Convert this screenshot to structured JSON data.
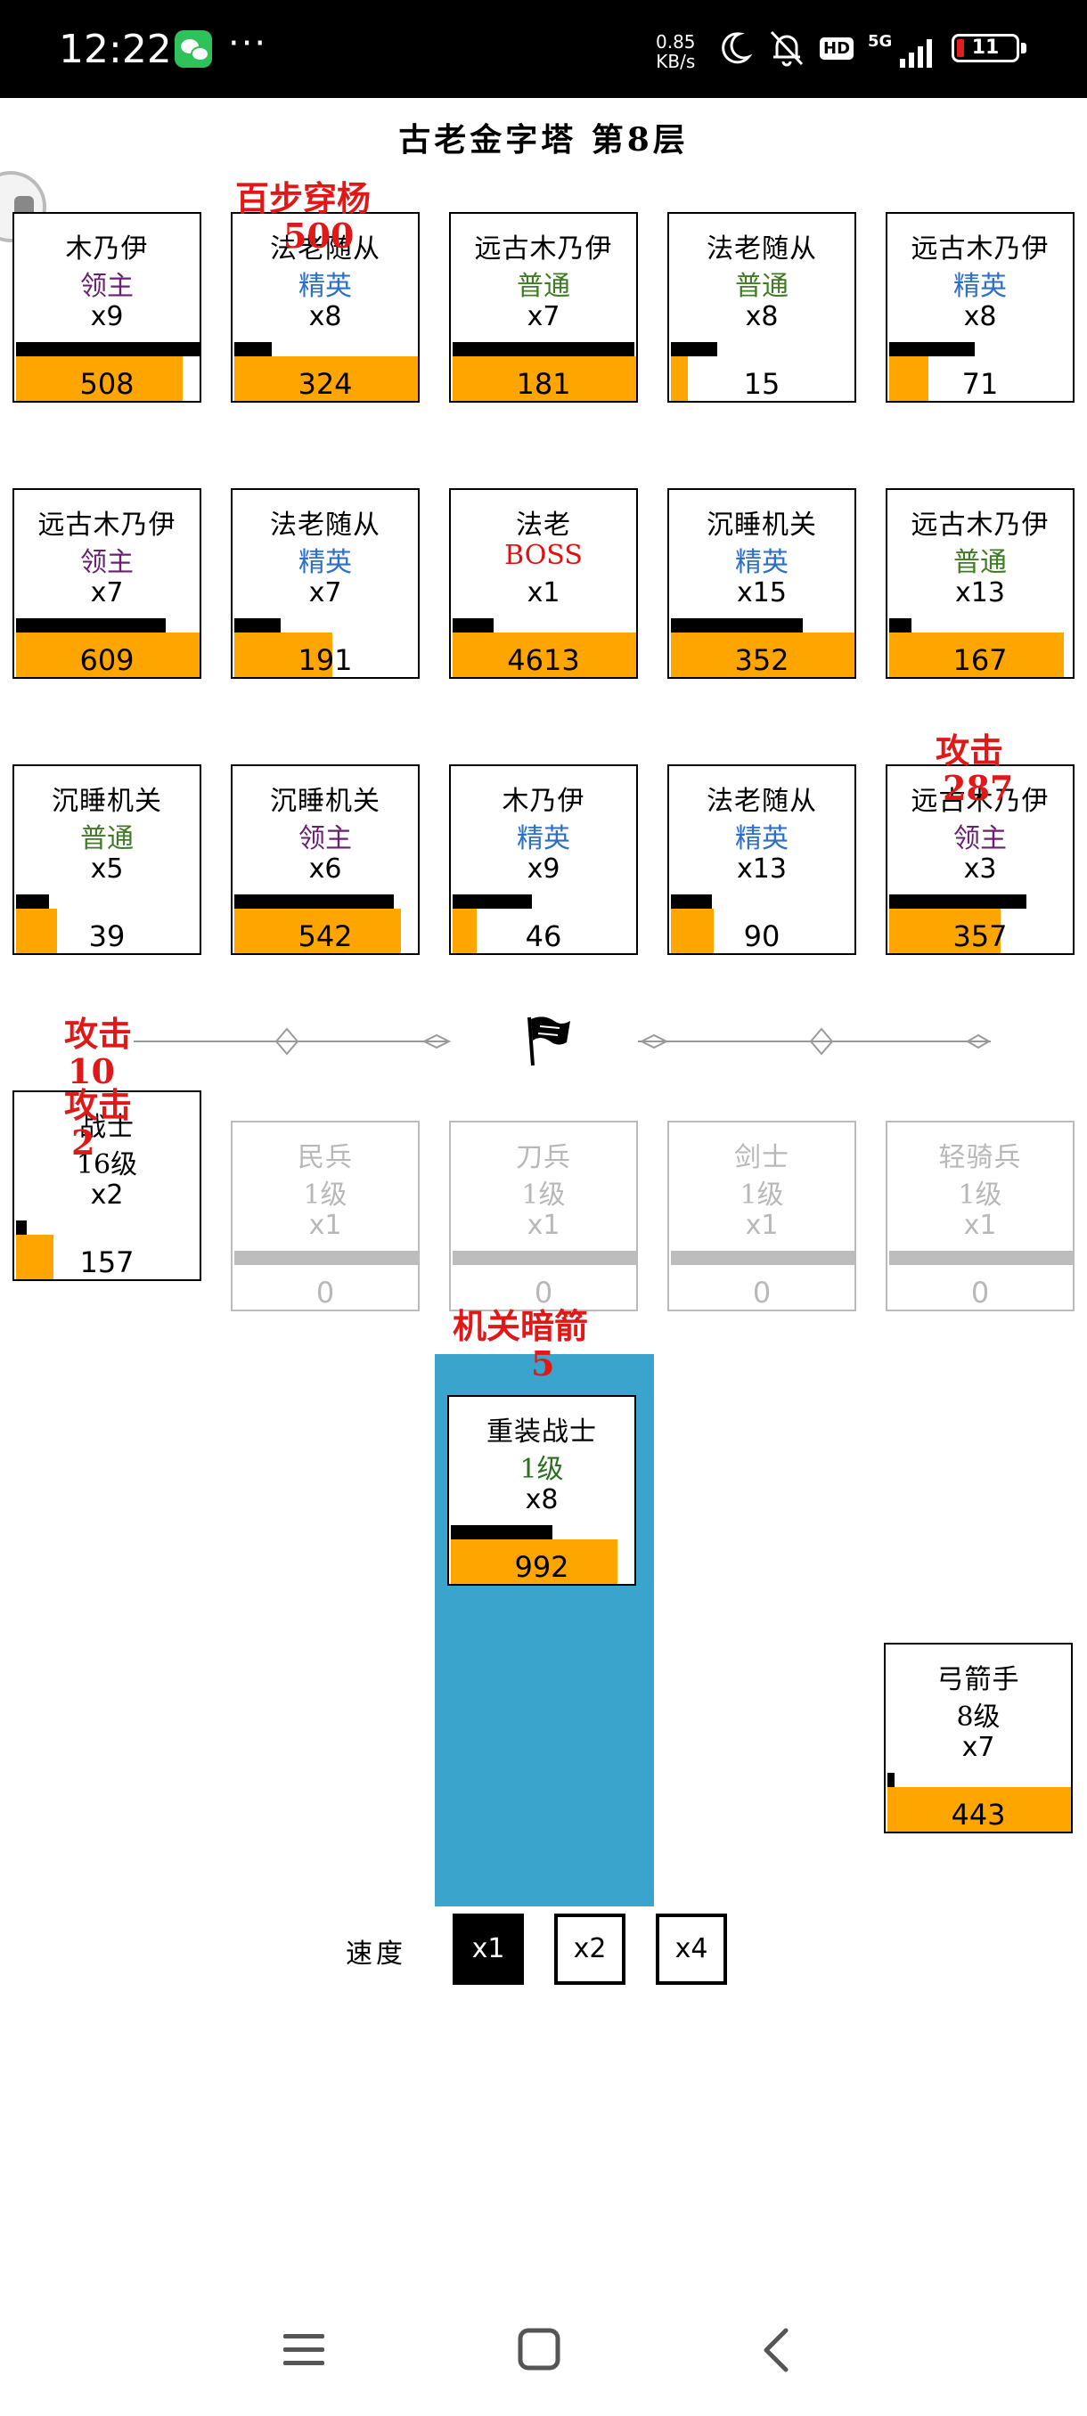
{
  "status_bar": {
    "time": "12:22",
    "more": "···",
    "net_speed_value": "0.85",
    "net_speed_unit": "KB/s",
    "hd": "HD",
    "network": "5G",
    "battery": "11"
  },
  "game": {
    "title": "古老金字塔 第8层",
    "enemies": [
      {
        "name": "木乃伊",
        "rank": "领主",
        "rank_type": "lord",
        "count": "x9",
        "value": "508",
        "hp": 1.0,
        "progress": 0.9
      },
      {
        "name": "法老随从",
        "rank": "精英",
        "rank_type": "elite",
        "count": "x8",
        "value": "324",
        "hp": 0.2,
        "progress": 1.0
      },
      {
        "name": "远古木乃伊",
        "rank": "普通",
        "rank_type": "normal",
        "count": "x7",
        "value": "181",
        "hp": 0.98,
        "progress": 1.0
      },
      {
        "name": "法老随从",
        "rank": "普通",
        "rank_type": "normal",
        "count": "x8",
        "value": "15",
        "hp": 0.25,
        "progress": 0.09
      },
      {
        "name": "远古木乃伊",
        "rank": "精英",
        "rank_type": "elite",
        "count": "x8",
        "value": "71",
        "hp": 0.46,
        "progress": 0.21
      },
      {
        "name": "远古木乃伊",
        "rank": "领主",
        "rank_type": "lord",
        "count": "x7",
        "value": "609",
        "hp": 0.81,
        "progress": 1.0
      },
      {
        "name": "法老随从",
        "rank": "精英",
        "rank_type": "elite",
        "count": "x7",
        "value": "191",
        "hp": 0.25,
        "progress": 0.53
      },
      {
        "name": "法老",
        "rank": "BOSS",
        "rank_type": "boss",
        "count": "x1",
        "value": "4613",
        "hp": 0.22,
        "progress": 1.0
      },
      {
        "name": "沉睡机关",
        "rank": "精英",
        "rank_type": "elite",
        "count": "x15",
        "value": "352",
        "hp": 0.71,
        "progress": 1.0
      },
      {
        "name": "远古木乃伊",
        "rank": "普通",
        "rank_type": "normal",
        "count": "x13",
        "value": "167",
        "hp": 0.12,
        "progress": 0.94
      },
      {
        "name": "沉睡机关",
        "rank": "普通",
        "rank_type": "normal",
        "count": "x5",
        "value": "39",
        "hp": 0.18,
        "progress": 0.22
      },
      {
        "name": "沉睡机关",
        "rank": "领主",
        "rank_type": "lord",
        "count": "x6",
        "value": "542",
        "hp": 0.86,
        "progress": 0.9
      },
      {
        "name": "木乃伊",
        "rank": "精英",
        "rank_type": "elite",
        "count": "x9",
        "value": "46",
        "hp": 0.43,
        "progress": 0.13
      },
      {
        "name": "法老随从",
        "rank": "精英",
        "rank_type": "elite",
        "count": "x13",
        "value": "90",
        "hp": 0.22,
        "progress": 0.23
      },
      {
        "name": "远古木乃伊",
        "rank": "领主",
        "rank_type": "lord",
        "count": "x3",
        "value": "357",
        "hp": 0.74,
        "progress": 0.6
      }
    ],
    "allies_row": [
      {
        "name": "战士",
        "level": "16级",
        "count": "x2",
        "value": "157",
        "hp": 0.06,
        "progress": 0.2,
        "disabled": false
      },
      {
        "name": "民兵",
        "level": "1级",
        "count": "x1",
        "value": "0",
        "hp": 1.0,
        "progress": 0,
        "disabled": true
      },
      {
        "name": "刀兵",
        "level": "1级",
        "count": "x1",
        "value": "0",
        "hp": 1.0,
        "progress": 0,
        "disabled": true
      },
      {
        "name": "剑士",
        "level": "1级",
        "count": "x1",
        "value": "0",
        "hp": 1.0,
        "progress": 0,
        "disabled": true
      },
      {
        "name": "轻骑兵",
        "level": "1级",
        "count": "x1",
        "value": "0",
        "hp": 1.0,
        "progress": 0,
        "disabled": true
      }
    ],
    "heavy_warrior": {
      "name": "重装战士",
      "level": "1级",
      "count": "x8",
      "value": "992",
      "hp": 0.55,
      "progress": 0.9
    },
    "archer": {
      "name": "弓箭手",
      "level": "8级",
      "count": "x7",
      "value": "443",
      "hp": 0.04,
      "progress": 1.0
    },
    "floating_texts": {
      "pierce_name": "百步穿杨",
      "pierce_value": "500",
      "attack_right_label": "攻击",
      "attack_right_value": "287",
      "trap_name": "机关暗箭",
      "trap_value": "5",
      "left_label_a": "攻击",
      "left_value_a": "10",
      "left_label_b": "攻击",
      "left_value_b": "2"
    },
    "speed": {
      "label": "速度",
      "options": [
        "x1",
        "x2",
        "x4"
      ],
      "selected": "x1"
    }
  },
  "colors": {
    "progress": "#ffa500",
    "boss": "#e01010",
    "lord": "#6a1f73",
    "elite": "#2c6fc8",
    "normal": "#3f7a25",
    "float_text": "#e01818",
    "column": "#3aa4cc"
  },
  "nav_bar": {
    "menu": "menu-icon",
    "home": "home-icon",
    "back": "back-icon"
  }
}
